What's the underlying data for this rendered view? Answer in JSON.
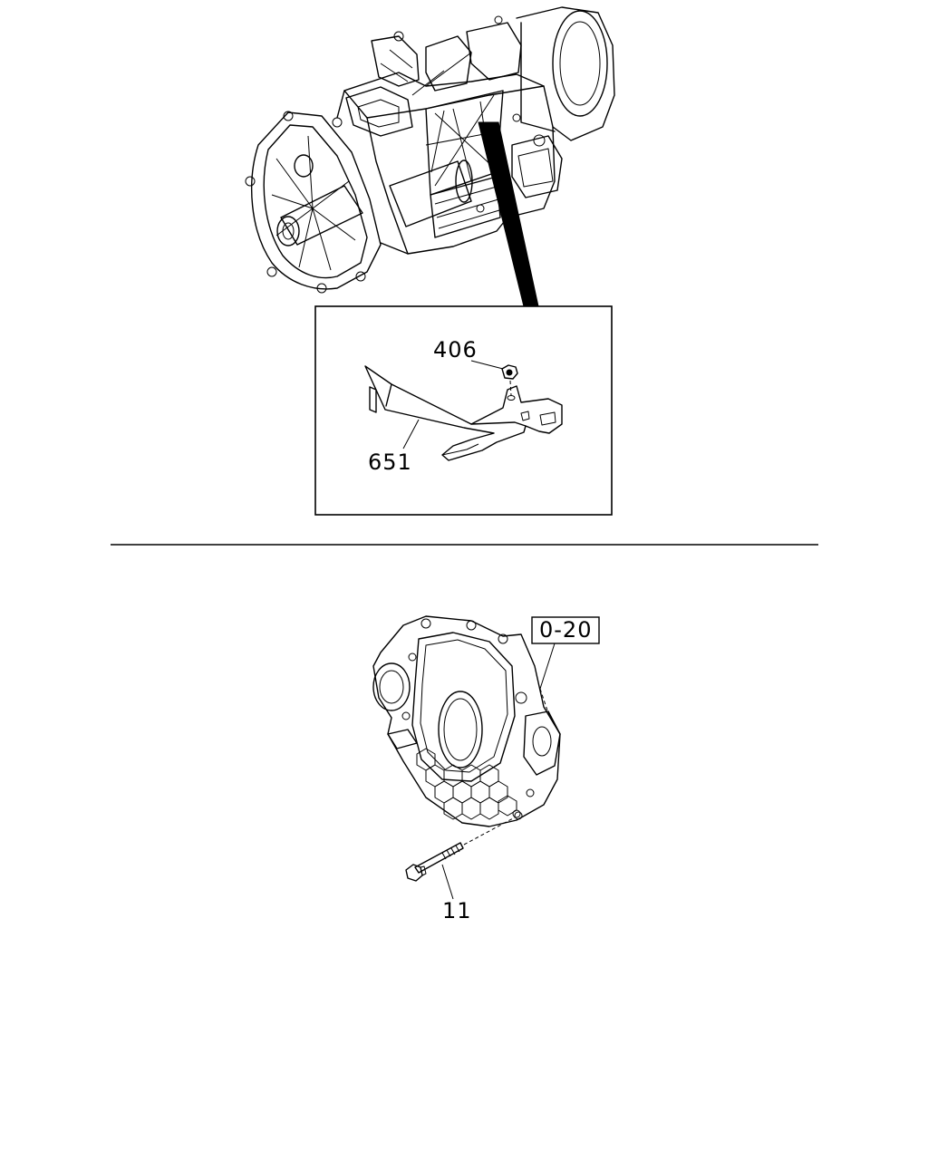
{
  "callouts": {
    "nut": "406",
    "bracket": "651",
    "bolt": "11",
    "reference": "0-20"
  }
}
